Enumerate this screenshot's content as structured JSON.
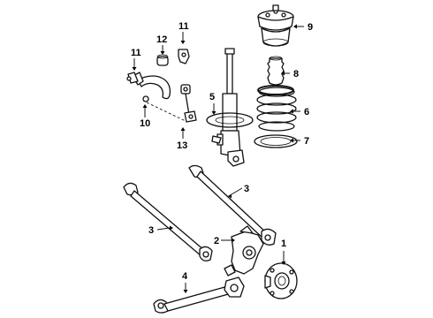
{
  "diagram": {
    "callouts": [
      {
        "id": "c1",
        "label": "1"
      },
      {
        "id": "c2",
        "label": "2"
      },
      {
        "id": "c3a",
        "label": "3"
      },
      {
        "id": "c3b",
        "label": "3"
      },
      {
        "id": "c4",
        "label": "4"
      },
      {
        "id": "c5",
        "label": "5"
      },
      {
        "id": "c6",
        "label": "6"
      },
      {
        "id": "c7",
        "label": "7"
      },
      {
        "id": "c8",
        "label": "8"
      },
      {
        "id": "c9",
        "label": "9"
      },
      {
        "id": "c10",
        "label": "10"
      },
      {
        "id": "c11a",
        "label": "11"
      },
      {
        "id": "c11b",
        "label": "11"
      },
      {
        "id": "c12",
        "label": "12"
      },
      {
        "id": "c13",
        "label": "13"
      }
    ]
  }
}
